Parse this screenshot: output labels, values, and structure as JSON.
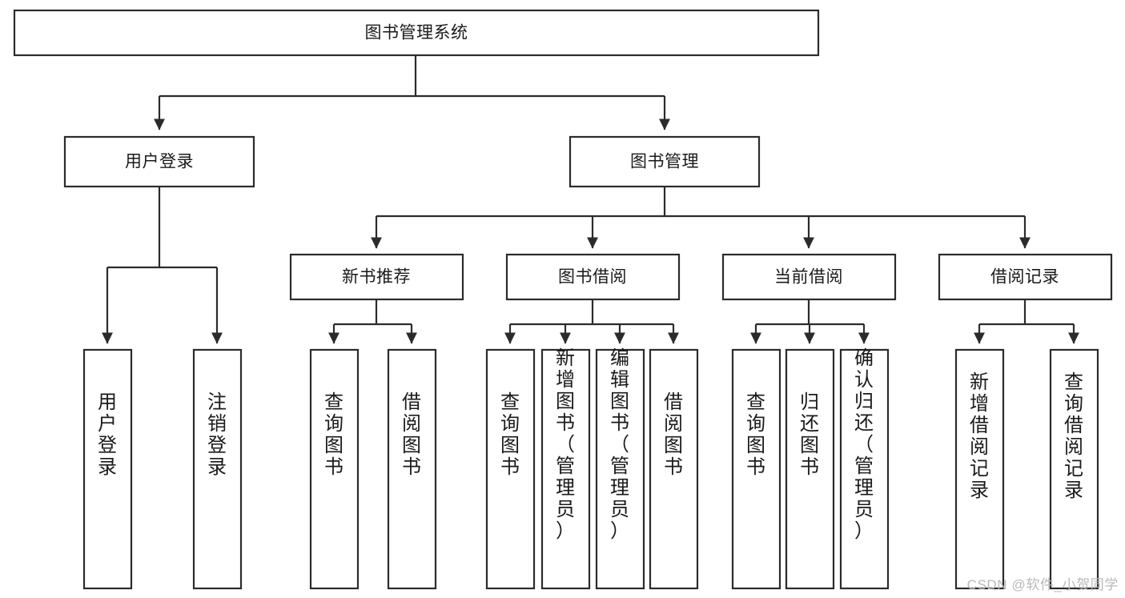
{
  "diagram": {
    "title": "图书管理系统",
    "type": "tree-functional-structure",
    "watermark": "CSDN @软件_小贺同学",
    "colors": {
      "background": "#ffffff",
      "box_fill": "#ffffff",
      "box_stroke": "#2b2b2b",
      "text": "#1a1a1a",
      "watermark": "#b9b9b9"
    },
    "root": {
      "label": "图书管理系统"
    },
    "level2": [
      {
        "label": "用户登录"
      },
      {
        "label": "图书管理"
      }
    ],
    "level3": [
      {
        "label": "新书推荐"
      },
      {
        "label": "图书借阅"
      },
      {
        "label": "当前借阅"
      },
      {
        "label": "借阅记录"
      }
    ],
    "leaves": {
      "user_login": [
        {
          "label": "用户登录"
        },
        {
          "label": "注销登录"
        }
      ],
      "new_book_recommend": [
        {
          "label": "查询图书"
        },
        {
          "label": "借阅图书"
        }
      ],
      "book_borrow": [
        {
          "label": "查询图书"
        },
        {
          "label": "新增图书（管理员）"
        },
        {
          "label": "编辑图书（管理员）"
        },
        {
          "label": "借阅图书"
        }
      ],
      "current_borrow": [
        {
          "label": "查询图书"
        },
        {
          "label": "归还图书"
        },
        {
          "label": "确认归还（管理员）"
        }
      ],
      "borrow_record": [
        {
          "label": "新增借阅记录"
        },
        {
          "label": "查询借阅记录"
        }
      ]
    }
  }
}
